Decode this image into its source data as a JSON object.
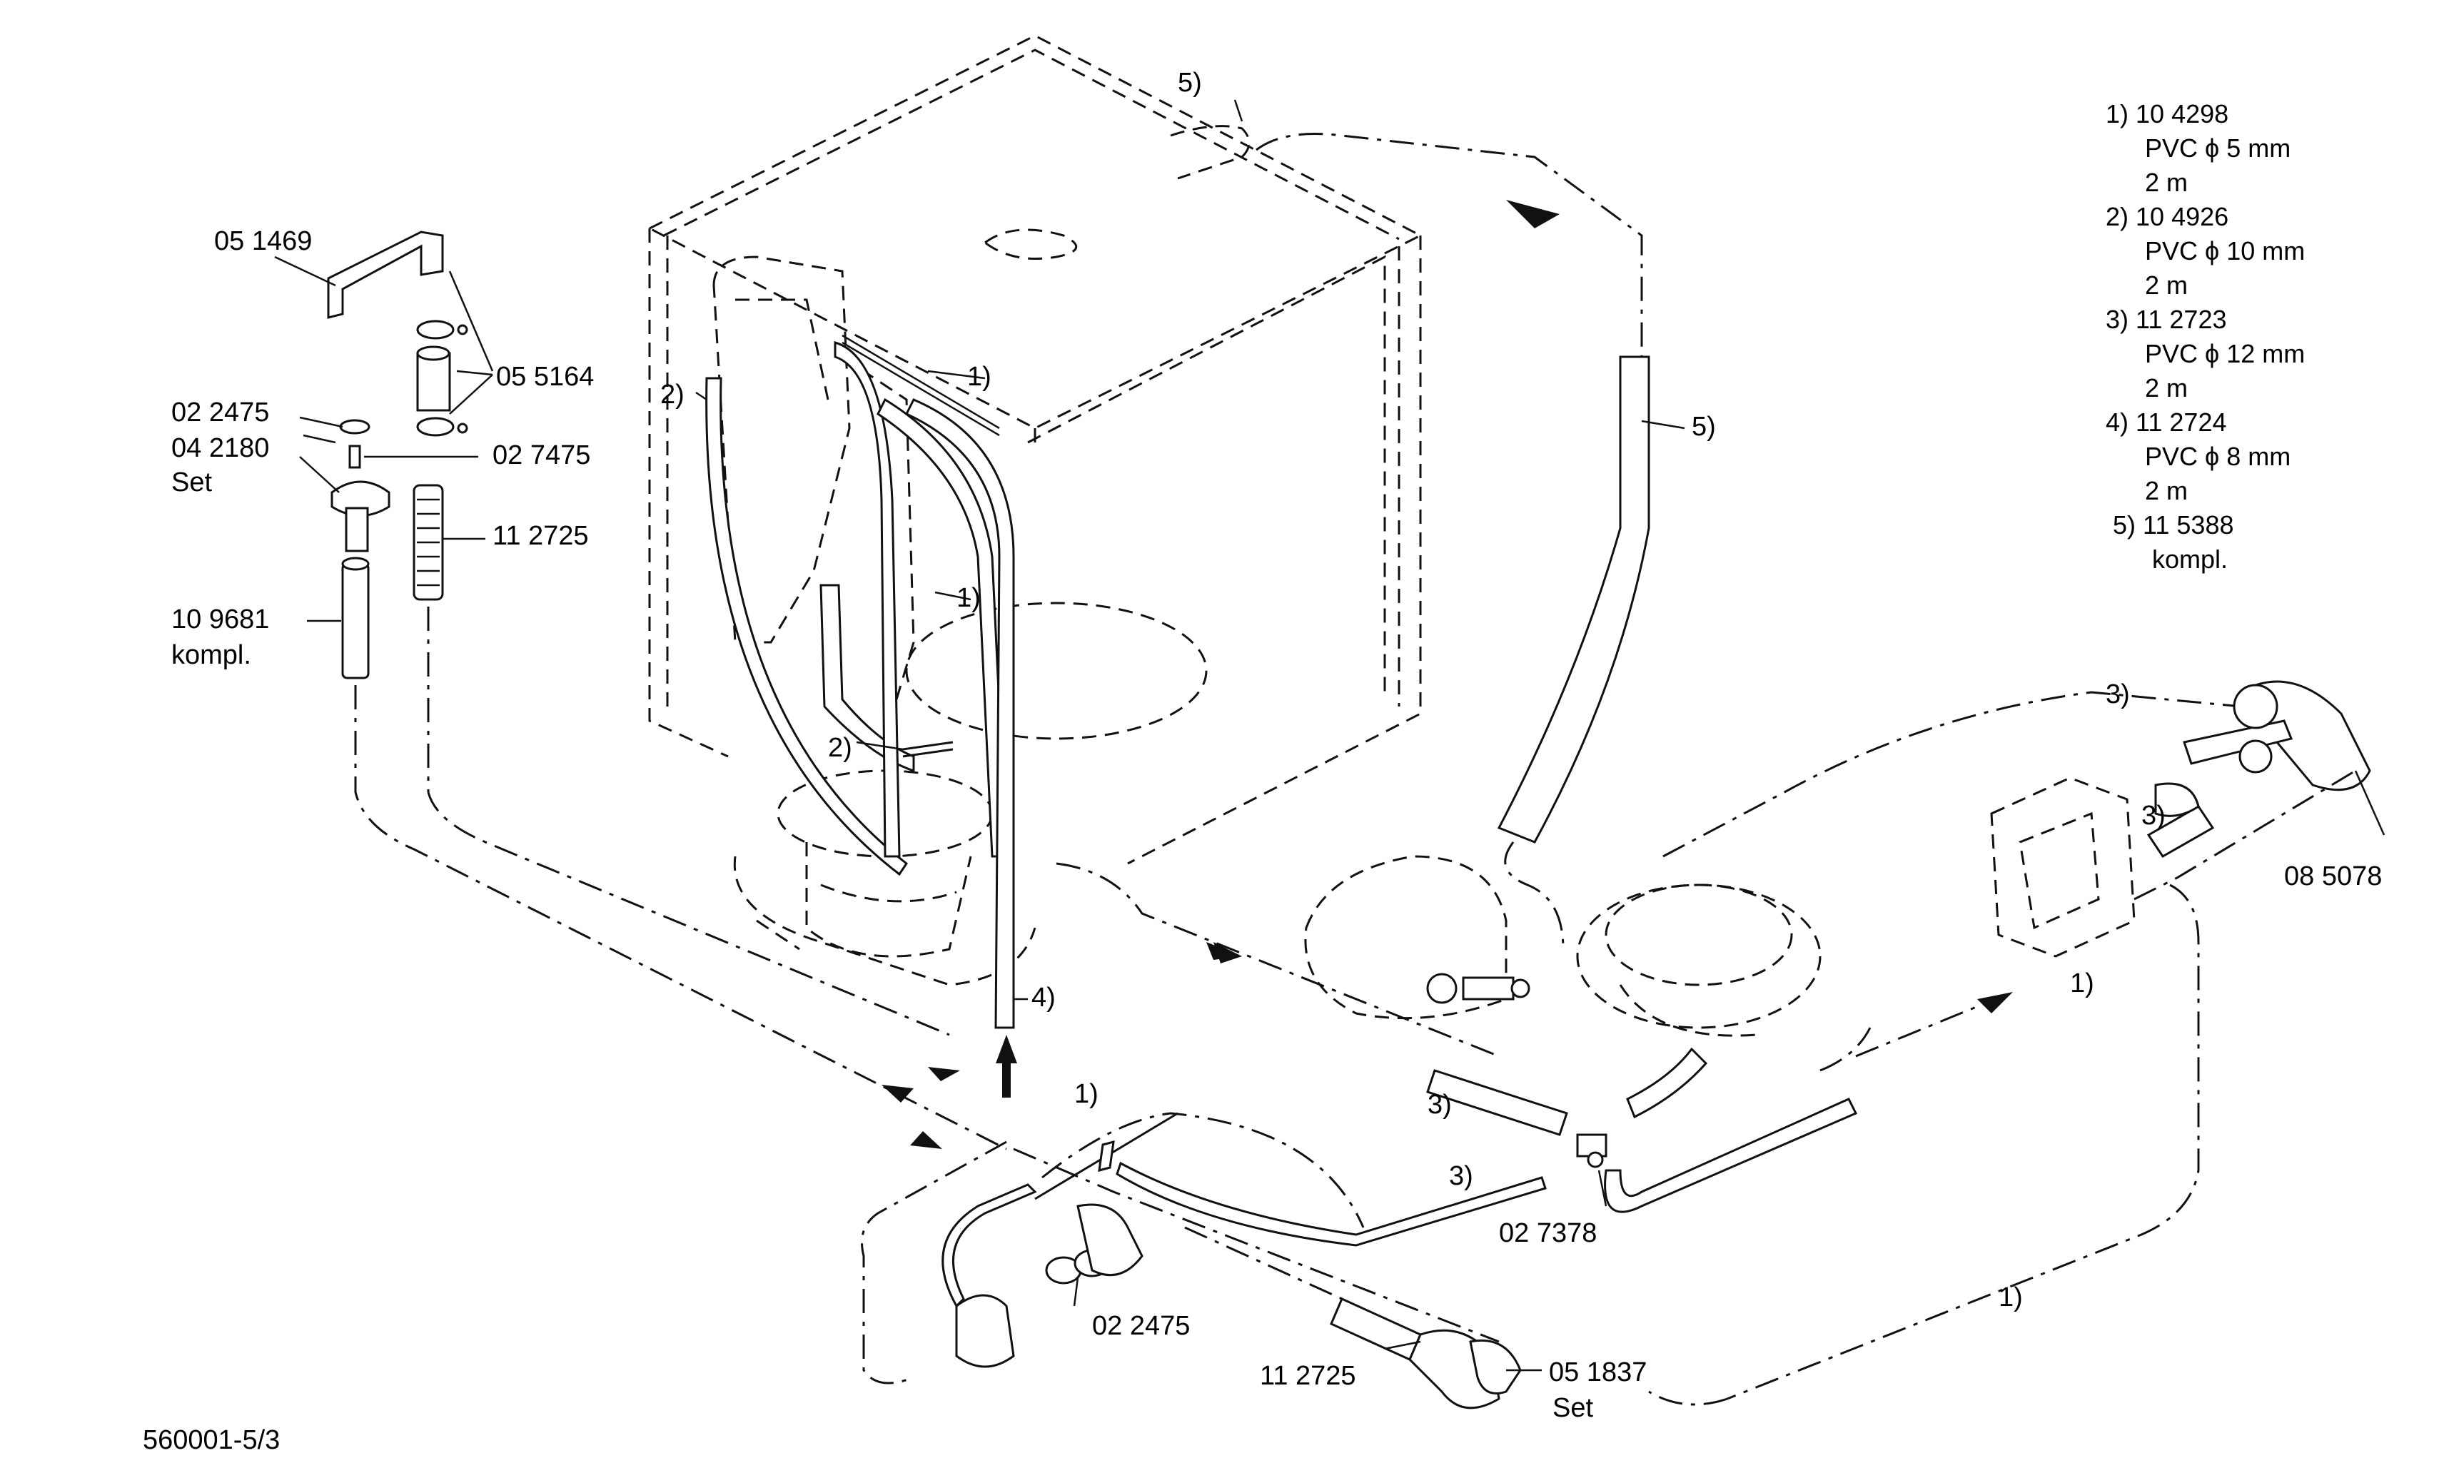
{
  "labels": {
    "p_051469": "05 1469",
    "p_055164": "05 5164",
    "p_022475_top": "02 2475",
    "p_042180": "04 2180",
    "p_set_left": "Set",
    "p_027475": "02 7475",
    "p_112725_top": "11 2725",
    "p_109681": "10 9681",
    "p_kompl_left": "kompl.",
    "p_085078": "08 5078",
    "p_027378": "02 7378",
    "p_022475_bottom": "02 2475",
    "p_112725_bottom": "11 2725",
    "p_051837": "05 1837",
    "p_set_bottom": "Set",
    "drawing_number": "560001-5/3"
  },
  "callouts": {
    "c5_top": "5)",
    "c5_right": "5)",
    "c1_a": "1)",
    "c1_b": "1)",
    "c2_a": "2)",
    "c2_b": "2)",
    "c4": "4)",
    "c3_right": "3)",
    "c3_right2": "3)",
    "c1_right": "1)",
    "c3_mid": "3)",
    "c3_mid2": "3)",
    "c1_bottom": "1)",
    "c1_lower": "1)"
  },
  "legend": [
    {
      "num": "1)",
      "code": "10 4298",
      "line2": "PVC ϕ 5 mm",
      "line3": "2 m"
    },
    {
      "num": "2)",
      "code": "10 4926",
      "line2": "PVC ϕ 10 mm",
      "line3": "2 m"
    },
    {
      "num": "3)",
      "code": "11 2723",
      "line2": "PVC ϕ 12 mm",
      "line3": "2 m"
    },
    {
      "num": "4)",
      "code": "11 2724",
      "line2": "PVC ϕ 8 mm",
      "line3": "2 m"
    },
    {
      "num": "5)",
      "code": "11 5388",
      "line2": "kompl.",
      "line3": ""
    }
  ]
}
